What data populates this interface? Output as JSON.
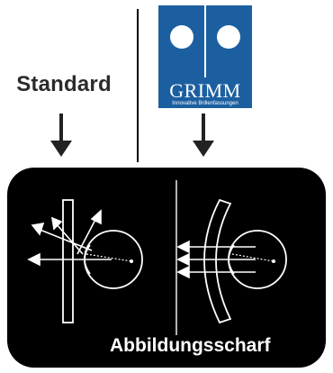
{
  "labels": {
    "standard": "Standard",
    "caption": "Abbildungsscharf"
  },
  "logo": {
    "brand_text": "GRIMM",
    "tagline": "Innovative Brillenfassungen",
    "color": "#1c5fa0"
  },
  "colors": {
    "panel_bg": "#000000",
    "line": "#ffffff"
  }
}
